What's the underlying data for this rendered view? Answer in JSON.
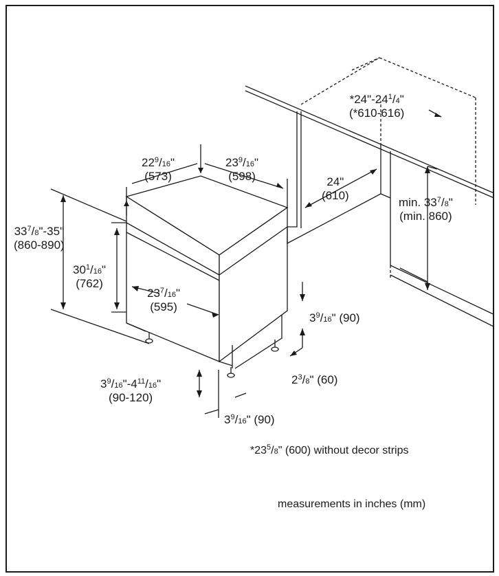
{
  "dims": {
    "depth": {
      "a": "22",
      "num": "9",
      "den": "16",
      "b": "\"",
      "mm": "(573)"
    },
    "width": {
      "a": "23",
      "num": "9",
      "den": "16",
      "b": "\"",
      "mm": "(598)"
    },
    "overall_h": {
      "a": "33",
      "num": "7",
      "den": "8",
      "b": "\"-35\"",
      "mm": "(860-890)"
    },
    "body_h": {
      "a": "30",
      "num": "1",
      "den": "16",
      "b": "\"",
      "mm": "(762)"
    },
    "inner_w": {
      "a": "23",
      "num": "7",
      "den": "16",
      "b": "\"",
      "mm": "(595)"
    },
    "kick_top": {
      "a": "3",
      "num": "9",
      "den": "16",
      "b": "\" (90)"
    },
    "kick_side": {
      "a": "2",
      "num": "3",
      "den": "8",
      "b": "\" (60)"
    },
    "legs": {
      "a": "3",
      "num": "9",
      "den": "16",
      "b": "\"-4",
      "num2": "11",
      "den2": "16",
      "c": "\"",
      "mm": "(90-120)"
    },
    "kick_bottom": {
      "a": "3",
      "num": "9",
      "den": "16",
      "b": "\" (90)"
    },
    "niche_w": {
      "a": "*24\"-24",
      "num": "1",
      "den": "4",
      "b": "\"",
      "mm": "(*610-616)"
    },
    "niche_d": {
      "a": "24\"",
      "mm": "(610)"
    },
    "niche_h": {
      "a": "min. 33",
      "num": "7",
      "den": "8",
      "b": "\"",
      "mm": "(min. 860)"
    }
  },
  "notes": {
    "decor": {
      "a": "*23",
      "num": "5",
      "den": "8",
      "b": "\" (600) without decor strips"
    },
    "units": "measurements in inches (mm)"
  }
}
